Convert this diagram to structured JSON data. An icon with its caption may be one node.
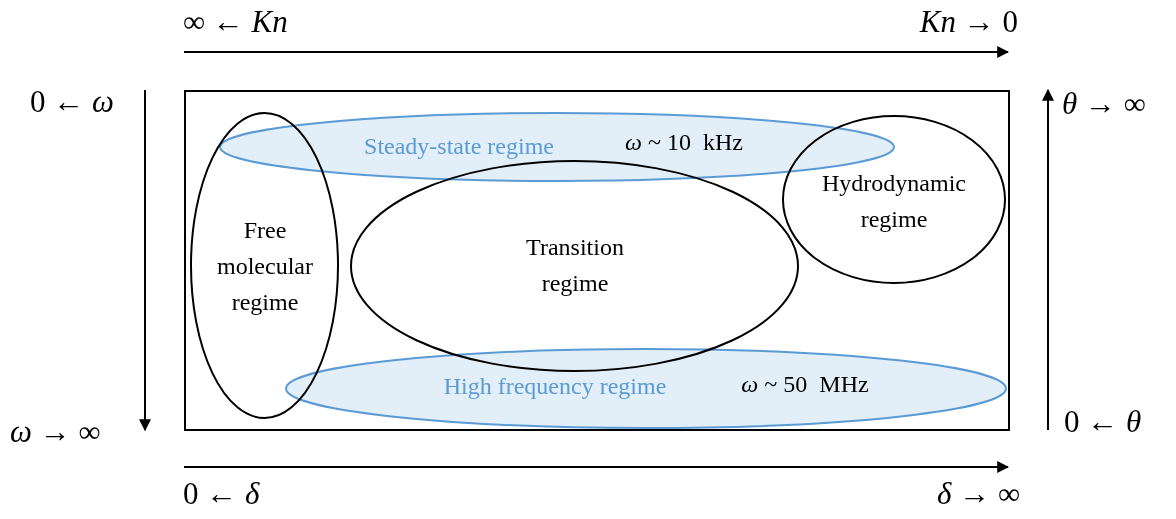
{
  "diagram": {
    "nodes": [
      {
        "text": [],
        "shape": "box"
      },
      {
        "text": [
          "Steady-state regime",
          "*ω* ~ 10  kHz"
        ],
        "in": 0
      },
      {
        "text": [
          "Free molecular regime"
        ],
        "in": 0
      },
      {
        "text": [
          "Transition regime"
        ],
        "in": 0
      },
      {
        "text": [
          "Hydrodynamic regime"
        ],
        "in": 0
      },
      {
        "text": [
          "High frequency regime",
          "*ω* ~ 50  MHz"
        ],
        "in": 0
      }
    ],
    "edges": [],
    "labels": [
      "∞ ← *Kn*",
      "*Kn* → 0",
      "0 ← *ω*",
      "*ω* → ∞",
      "*θ* → ∞",
      "0 ← *θ*",
      "0 ← *δ*",
      "*δ* → ∞"
    ]
  }
}
